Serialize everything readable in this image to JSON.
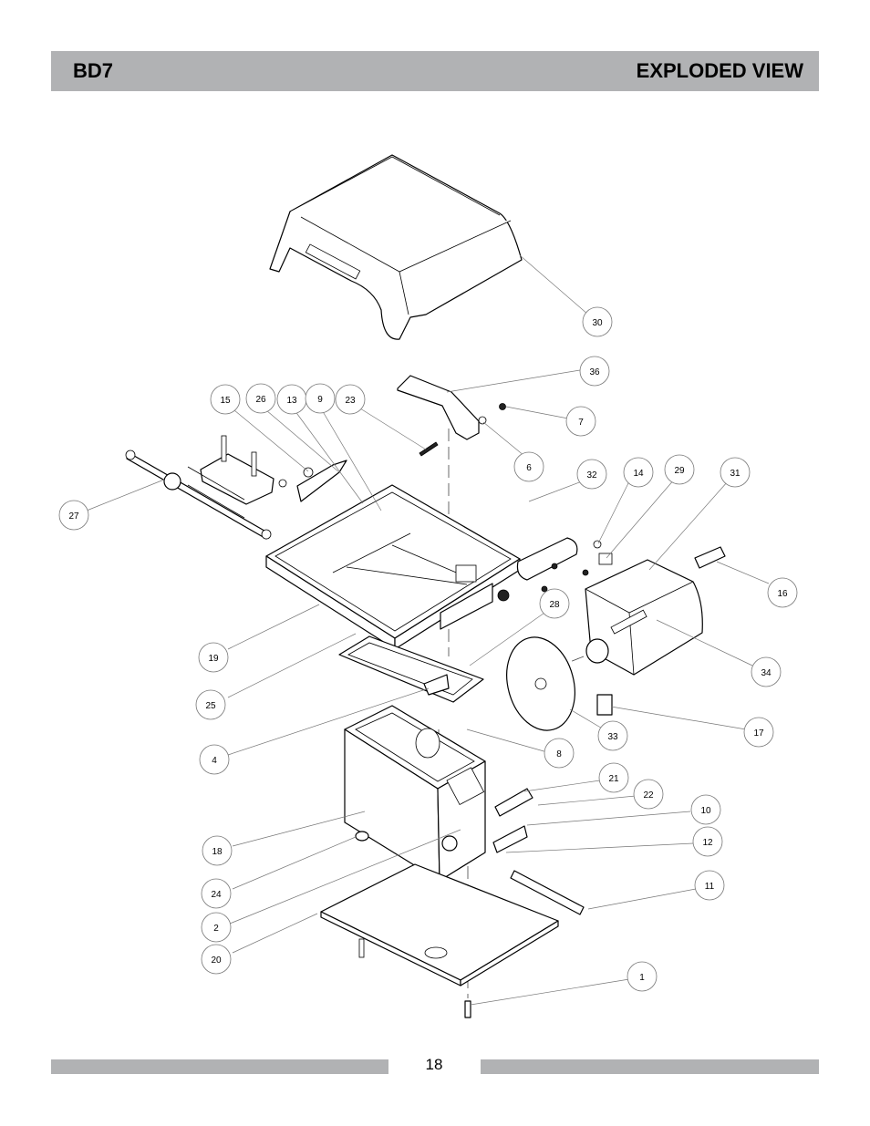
{
  "header": {
    "model": "BD7",
    "title": "EXPLODED VIEW"
  },
  "footer": {
    "page_number": "18"
  },
  "callouts": [
    {
      "id": "c30",
      "label": "30"
    },
    {
      "id": "c36",
      "label": "36"
    },
    {
      "id": "c7",
      "label": "7"
    },
    {
      "id": "c6",
      "label": "6"
    },
    {
      "id": "c15",
      "label": "15"
    },
    {
      "id": "c26",
      "label": "26"
    },
    {
      "id": "c13",
      "label": "13"
    },
    {
      "id": "c9",
      "label": "9"
    },
    {
      "id": "c23",
      "label": "23"
    },
    {
      "id": "c27",
      "label": "27"
    },
    {
      "id": "c32",
      "label": "32"
    },
    {
      "id": "c14",
      "label": "14"
    },
    {
      "id": "c29",
      "label": "29"
    },
    {
      "id": "c31",
      "label": "31"
    },
    {
      "id": "c16",
      "label": "16"
    },
    {
      "id": "c28",
      "label": "28"
    },
    {
      "id": "c19",
      "label": "19"
    },
    {
      "id": "c34",
      "label": "34"
    },
    {
      "id": "c25",
      "label": "25"
    },
    {
      "id": "c17",
      "label": "17"
    },
    {
      "id": "c33",
      "label": "33"
    },
    {
      "id": "c4",
      "label": "4"
    },
    {
      "id": "c8",
      "label": "8"
    },
    {
      "id": "c21",
      "label": "21"
    },
    {
      "id": "c22",
      "label": "22"
    },
    {
      "id": "c10",
      "label": "10"
    },
    {
      "id": "c18",
      "label": "18"
    },
    {
      "id": "c12",
      "label": "12"
    },
    {
      "id": "c24",
      "label": "24"
    },
    {
      "id": "c11",
      "label": "11"
    },
    {
      "id": "c2",
      "label": "2"
    },
    {
      "id": "c20",
      "label": "20"
    },
    {
      "id": "c1",
      "label": "1"
    }
  ]
}
